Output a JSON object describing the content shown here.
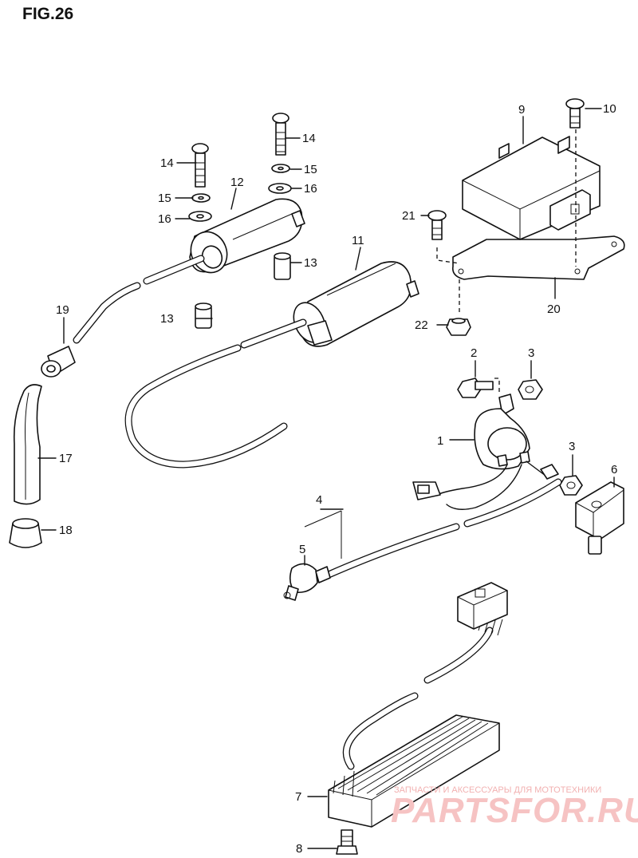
{
  "figure": {
    "title": "FIG.26",
    "callouts": [
      {
        "id": "1",
        "label": "1"
      },
      {
        "id": "2",
        "label": "2"
      },
      {
        "id": "3a",
        "label": "3"
      },
      {
        "id": "3b",
        "label": "3"
      },
      {
        "id": "4",
        "label": "4"
      },
      {
        "id": "5",
        "label": "5"
      },
      {
        "id": "6",
        "label": "6"
      },
      {
        "id": "7",
        "label": "7"
      },
      {
        "id": "8",
        "label": "8"
      },
      {
        "id": "9",
        "label": "9"
      },
      {
        "id": "10",
        "label": "10"
      },
      {
        "id": "11",
        "label": "11"
      },
      {
        "id": "12",
        "label": "12"
      },
      {
        "id": "13a",
        "label": "13"
      },
      {
        "id": "13b",
        "label": "13"
      },
      {
        "id": "14a",
        "label": "14"
      },
      {
        "id": "14b",
        "label": "14"
      },
      {
        "id": "15a",
        "label": "15"
      },
      {
        "id": "15b",
        "label": "15"
      },
      {
        "id": "16a",
        "label": "16"
      },
      {
        "id": "16b",
        "label": "16"
      },
      {
        "id": "17",
        "label": "17"
      },
      {
        "id": "18",
        "label": "18"
      },
      {
        "id": "19",
        "label": "19"
      },
      {
        "id": "20",
        "label": "20"
      },
      {
        "id": "21",
        "label": "21"
      },
      {
        "id": "22",
        "label": "22"
      }
    ]
  },
  "watermark": {
    "tagline": "ЗАПЧАСТИ И АКСЕССУАРЫ ДЛЯ МОТОТЕХНИКИ",
    "brand": "PARTSFOR.RU",
    "color": "#f2b1b1"
  }
}
